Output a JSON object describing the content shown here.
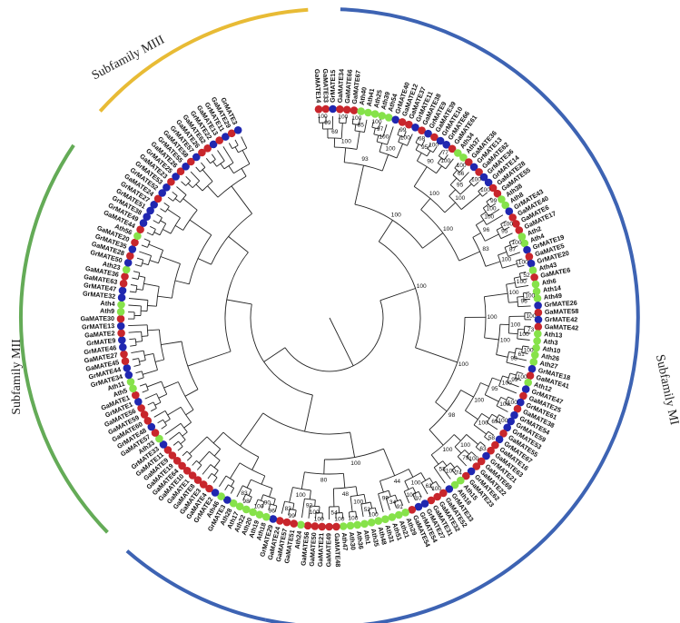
{
  "colors": {
    "MI": "#3d63b3",
    "MII": "#64ab57",
    "MIII": "#e8bb35",
    "Gossypium_arboreum_dot": "#c8262c",
    "Gossypium_raimondii_dot": "#2027b0",
    "Arabidopsis_dot": "#86e24a"
  },
  "subfamilies": {
    "MI": "Subfamily MI",
    "MII": "Subfamily MII",
    "MIII": "Subfamily MIII"
  },
  "tree": {
    "leaves": [
      "GaMATE14",
      "GaMATE33",
      "GrMATE15",
      "GaMATE34",
      "GaMATE66",
      "GaMATE67",
      "Ath40",
      "Ath41",
      "Ath25",
      "Ath39",
      "Ath54",
      "GrMATE40",
      "GaMATE12",
      "GaMATE37",
      "GrMATE11",
      "GaMATE38",
      "GrMATE9",
      "GaMATE39",
      "GrMATE10",
      "GrMATE66",
      "GaMATE61",
      "Ath34",
      "Ath37",
      "GaMATE36",
      "GrMATE13",
      "GaMATE62",
      "GrMATE36",
      "GrMATE14",
      "GaMATE28",
      "GaMATE55",
      "Ath38",
      "Ath8",
      "GrMATE43",
      "GaMATE40",
      "GaMATE6",
      "GaMATE17",
      "Ath2",
      "Ath4",
      "GrMATE19",
      "GaMATE5",
      "GrMATE20",
      "Ath43",
      "GaMATE6",
      "Ath6",
      "Ath14",
      "Ath49",
      "GrMATE26",
      "GaMATE58",
      "GrMATE42",
      "GaMATE42",
      "Ath13",
      "Ath3",
      "Ath10",
      "Ath26",
      "Ath27",
      "GrMATE18",
      "GaMATE41",
      "Ath12",
      "GrMATE47",
      "GaMATE25",
      "GrMATE61",
      "GaMATE38",
      "GrMATE54",
      "GrMATE59",
      "GrMATE53",
      "GaMATE55",
      "GrMATE67",
      "GaMATE16",
      "GaMATE63",
      "GrMATE21",
      "GaMATE69",
      "GaMATE22",
      "GrMATE62",
      "GaMATE23",
      "Ath15",
      "Ath16",
      "GrMATE33",
      "GaMATE52",
      "GaMATE32",
      "GaMATE31",
      "GrMATE27",
      "GrMATE54",
      "GaMATE54",
      "Ath29",
      "Ath21",
      "Ath51",
      "Ath31",
      "Ath48",
      "Ath35",
      "Ath1",
      "Ath36",
      "Ath30",
      "Ath47",
      "GaMATE48",
      "GaMATE49",
      "GaMATE21",
      "GaMATE50",
      "GaMATE56",
      "Ath24",
      "GaMATE51",
      "GaMATE57",
      "GaMATE24",
      "GrMATE29",
      "Ath18",
      "Ath19",
      "Ath20",
      "Ath22",
      "Ath17",
      "Ath28",
      "GrMATE3",
      "Ath46",
      "GrMATE2",
      "GaMATE4",
      "GaMATE3",
      "GaMATE8",
      "GaMATE1",
      "GaMATE10",
      "GaMATE64",
      "GaMATE19",
      "GaMATE9",
      "GaMATE11",
      "GrMATE33",
      "Ath33",
      "GaMATE57",
      "GrMATE48",
      "GaMATE60",
      "GaMATE59",
      "GaMATE56",
      "GrMATE1",
      "GaMATE1",
      "Ath5",
      "Ath11",
      "GrMATE34",
      "GrMATE44",
      "GaMATE45",
      "GaMATE27",
      "GrMATE46",
      "GrMATE9",
      "GaMATE2",
      "GrMATE13",
      "GaMATE30",
      "Ath9",
      "Ath4",
      "GrMATE32",
      "GrMATE47",
      "GaMATE63",
      "GaMATE36",
      "Ath23",
      "GrMATE50",
      "GaMATE28",
      "GrMATE35",
      "GaMATE20",
      "Ath56",
      "GaMATE44",
      "GrMATE49",
      "GrMATE38",
      "GrMATE51",
      "GrMATE27",
      "GaMATE24",
      "GrMATE52",
      "GrMATE53",
      "GaMATE23",
      "GrMATE25",
      "GaMATE26",
      "GrMATE55",
      "GaMATE58",
      "GrMATE57",
      "GaMATE26",
      "GaMATE62",
      "GrMATE22",
      "GaMATE13",
      "GrMATE11",
      "GaMATE29",
      "GrMATE3"
    ],
    "bootstrap": [
      "100",
      "99",
      "100",
      "69",
      "100",
      "85",
      "100",
      "100",
      "97",
      "100",
      "99",
      "100",
      "100",
      "93",
      "68",
      "100",
      "95",
      "77",
      "100",
      "90",
      "100",
      "66",
      "100",
      "95",
      "100",
      "100",
      "100",
      "99",
      "100",
      "100",
      "100",
      "95",
      "96",
      "100",
      "87",
      "100",
      "100",
      "83",
      "100",
      "100",
      "52",
      "100",
      "100",
      "96",
      "100",
      "100",
      "73",
      "100",
      "100",
      "100",
      "61",
      "98",
      "100",
      "100",
      "100",
      "99",
      "100",
      "100",
      "100",
      "95",
      "100",
      "69",
      "58",
      "100",
      "100",
      "63",
      "100",
      "79",
      "100",
      "74",
      "100",
      "53",
      "100",
      "98",
      "100",
      "100",
      "100",
      "62",
      "97",
      "100",
      "100",
      "91",
      "34",
      "99",
      "44",
      "100",
      "52",
      "100",
      "100",
      "100",
      "54",
      "48",
      "100",
      "100",
      "92",
      "99",
      "83",
      "100",
      "80",
      "100",
      "96",
      "100",
      "90",
      "98",
      "83"
    ]
  }
}
